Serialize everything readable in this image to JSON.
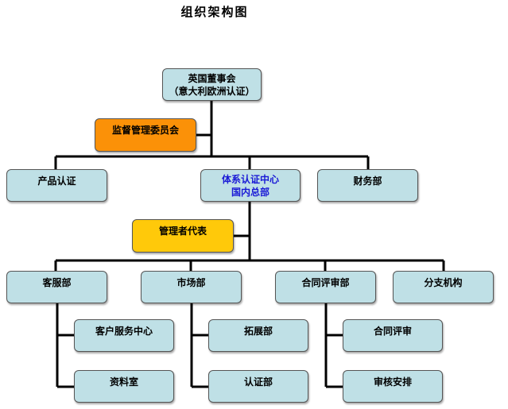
{
  "title": "组织架构图",
  "board": {
    "line1": "英国董事会",
    "line2": "（意大利欧洲认证）"
  },
  "supervision": "监督管理委员会",
  "product_cert": "产品认证",
  "system_center": {
    "line1": "体系认证中心",
    "line2": "国内总部"
  },
  "finance": "财务部",
  "mgmt_rep": "管理者代表",
  "customer_service": "客服部",
  "marketing": "市场部",
  "contract_review_dept": "合同评审部",
  "branches": "分支机构",
  "customer_service_center": "客户服务中心",
  "archive_room": "资料室",
  "expansion": "拓展部",
  "certification": "认证部",
  "contract_review": "合同评审",
  "audit_scheduling": "审核安排",
  "colors": {
    "box": "#bfe0e6",
    "orange": "#fb9108",
    "yellow": "#ffc90a",
    "blue_text": "#1a1ad6"
  }
}
